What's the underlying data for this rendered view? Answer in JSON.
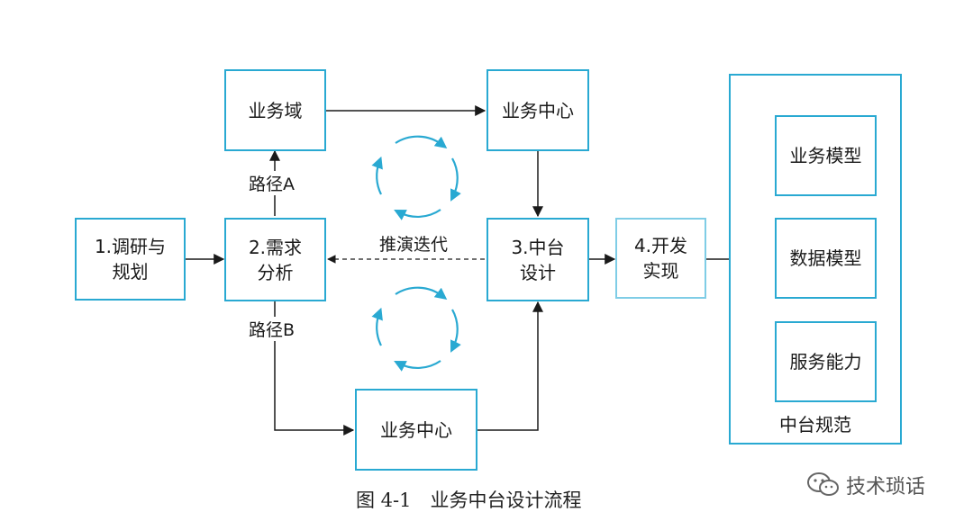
{
  "nodes": {
    "domain": "业务域",
    "center_top": "业务中心",
    "research": "1.调研与\n规划",
    "analysis": "2.需求\n分析",
    "design": "3.中台\n设计",
    "develop": "4.开发\n实现",
    "center_bottom": "业务中心",
    "biz_model": "业务模型",
    "data_model": "数据模型",
    "service": "服务能力"
  },
  "labels": {
    "path_a": "路径A",
    "path_b": "路径B",
    "iterate": "推演迭代",
    "spec": "中台规范"
  },
  "caption": "图 4-1　业务中台设计流程",
  "watermark": "技术琐话",
  "colors": {
    "box_border": "#29a9d2",
    "cycle_arrow": "#29a9d2",
    "line": "#1a1a1a"
  },
  "icons": {
    "cycle": "circular-refresh-icon",
    "watermark": "wechat-icon"
  }
}
